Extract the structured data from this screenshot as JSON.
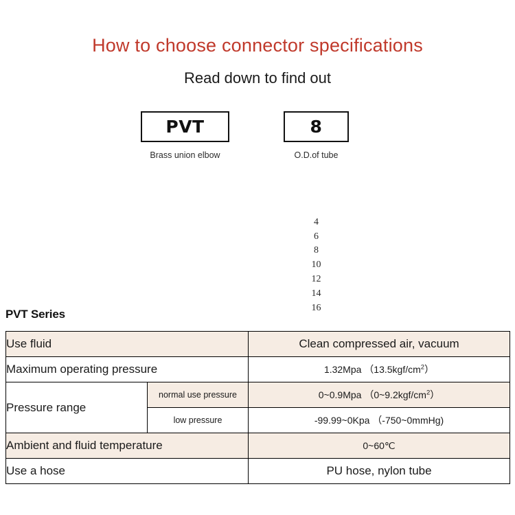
{
  "header": {
    "title": "How to choose connector specifications",
    "subtitle": "Read down to find out",
    "title_color": "#c0392b"
  },
  "selector": {
    "series_box": {
      "code": "PVT",
      "caption": "Brass union elbow"
    },
    "size_box": {
      "code": "8",
      "caption": "O.D.of tube",
      "options": [
        "4",
        "6",
        "8",
        "10",
        "12",
        "14",
        "16"
      ]
    }
  },
  "spec_table": {
    "heading": "PVT Series",
    "shaded_color": "#f6ece3",
    "rows": [
      {
        "label": "Use fluid",
        "value": "Clean compressed air, vacuum",
        "shaded": true
      },
      {
        "label": "Maximum operating pressure",
        "value_prefix": "1.32Mpa （13.5kgf/cm",
        "value_sup": "2",
        "value_suffix": "）",
        "shaded": false
      },
      {
        "label": "Pressure range",
        "sublabel": "normal use pressure",
        "value_prefix": "0~0.9Mpa （0~9.2kgf/cm",
        "value_sup": "2",
        "value_suffix": "）",
        "shaded": true
      },
      {
        "sublabel": "low pressure",
        "value": "-99.99~0Kpa （-750~0mmHg)",
        "shaded": false
      },
      {
        "label": "Ambient and fluid temperature",
        "value": "0~60℃",
        "shaded": true
      },
      {
        "label": "Use a hose",
        "value": "PU hose, nylon tube",
        "shaded": false
      }
    ]
  }
}
